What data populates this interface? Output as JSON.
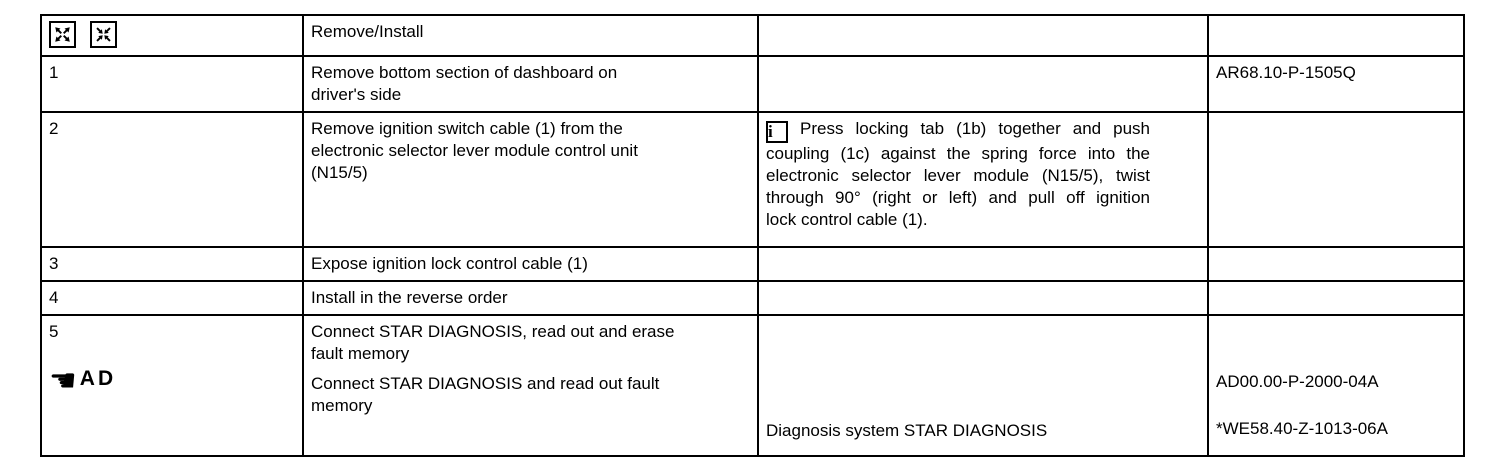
{
  "document": {
    "header": {
      "remove_install_label": "Remove/Install",
      "icons": [
        "remove-arrows-out",
        "install-arrows-in"
      ]
    },
    "glyphs": {
      "info": "i",
      "hand": "☚"
    },
    "rows": [
      {
        "num": "1",
        "desc_lines": [
          "Remove bottom section of dashboard on",
          "driver's side"
        ],
        "ref": "AR68.10-P-1505Q"
      },
      {
        "num": "2",
        "desc_lines": [
          "Remove ignition switch cable (1) from the",
          "electronic selector lever module control unit",
          "(N15/5)"
        ],
        "note_lines": [
          "Press locking tab (1b) together and push",
          "coupling (1c) against the spring force into the",
          "electronic selector lever module (N15/5), twist",
          "through 90° (right or left) and pull off ignition",
          "lock control cable (1)."
        ]
      },
      {
        "num": "3",
        "desc": "Expose ignition lock control cable (1)"
      },
      {
        "num": "4",
        "desc": "Install in the reverse order"
      },
      {
        "num": "5",
        "badge_label": "AD",
        "desc1_lines": [
          "Connect STAR DIAGNOSIS, read out and erase",
          "fault memory"
        ],
        "desc2_lines": [
          "Connect STAR DIAGNOSIS and read out fault",
          "memory"
        ],
        "note": "Diagnosis system STAR DIAGNOSIS",
        "ref1": "AD00.00-P-2000-04A",
        "ref2": "*WE58.40-Z-1013-06A"
      }
    ]
  }
}
